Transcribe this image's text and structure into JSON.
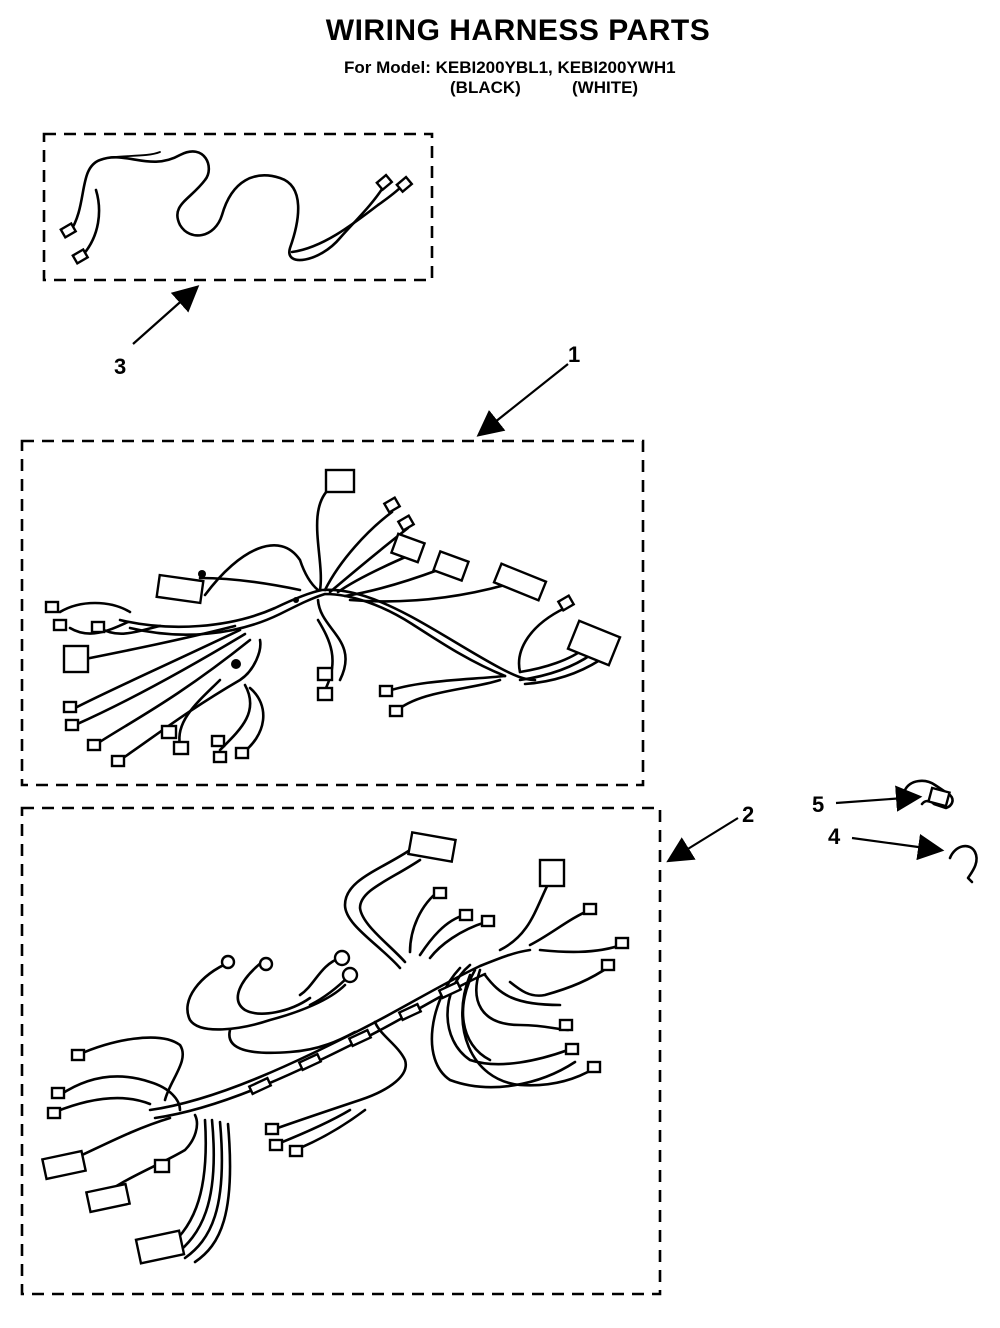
{
  "header": {
    "title": "WIRING HARNESS PARTS",
    "subtitle": "For Model: KEBI200YBL1, KEBI200YWH1",
    "variant_black": "(BLACK)",
    "variant_white": "(WHITE)"
  },
  "callouts": {
    "c1": "1",
    "c2": "2",
    "c3": "3",
    "c4": "4",
    "c5": "5"
  }
}
